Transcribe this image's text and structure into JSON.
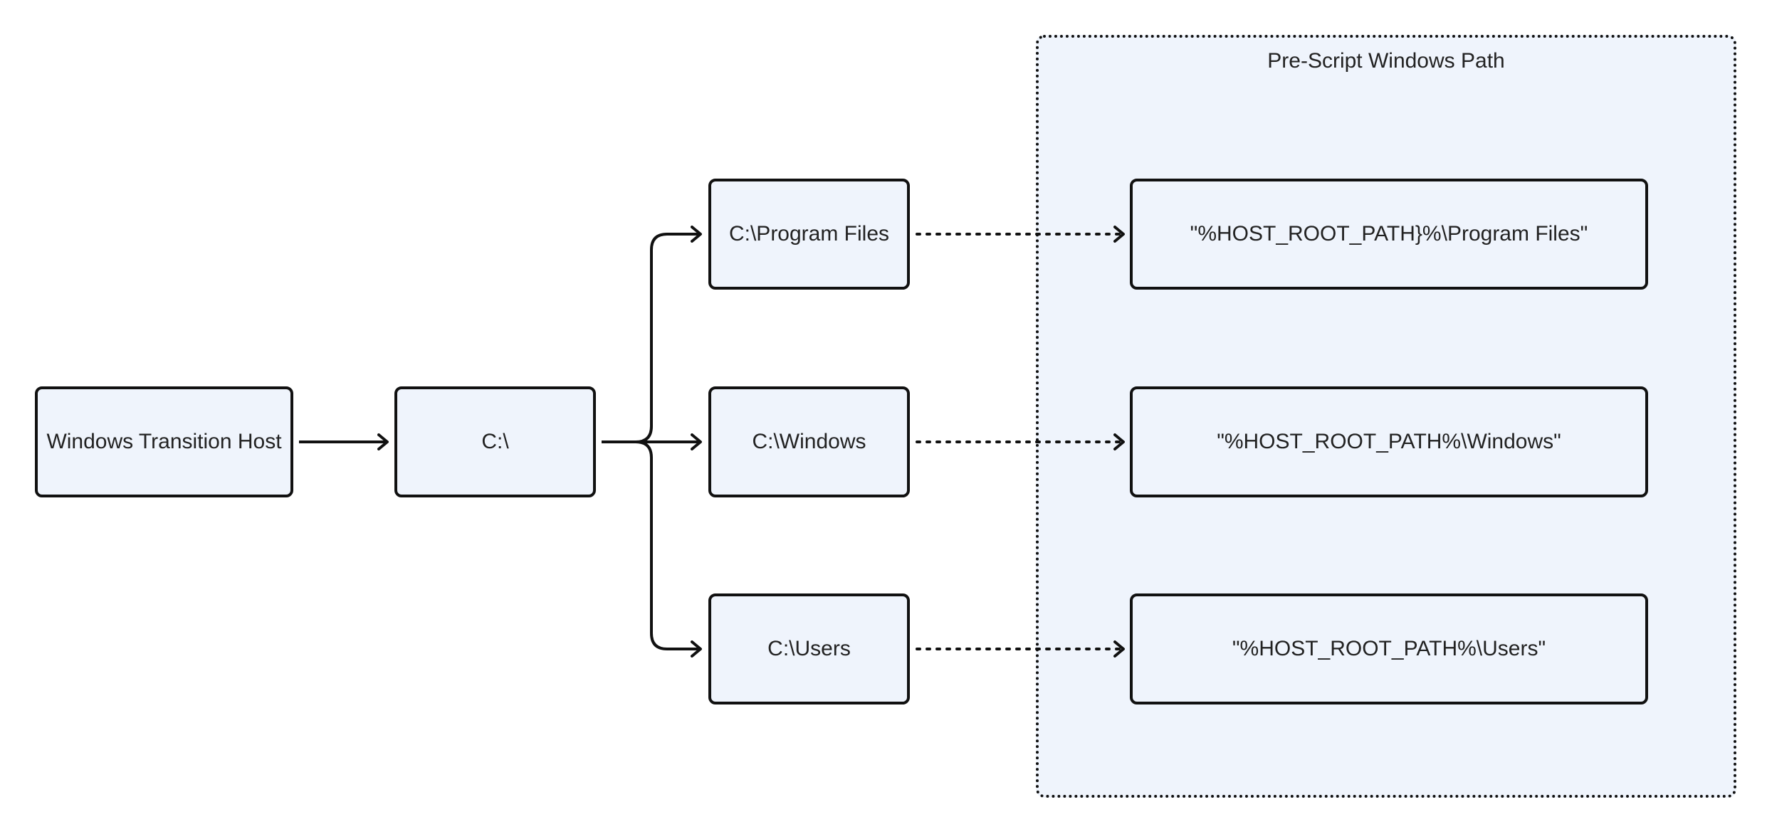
{
  "diagram": {
    "group": {
      "label": "Pre-Script Windows Path"
    },
    "nodes": {
      "host": "Windows Transition Host",
      "root": "C:\\",
      "program_files": "C:\\Program Files",
      "windows": "C:\\Windows",
      "users": "C:\\Users",
      "mapped_program_files": "\"%HOST_ROOT_PATH}%\\Program Files\"",
      "mapped_windows": "\"%HOST_ROOT_PATH%\\Windows\"",
      "mapped_users": "\"%HOST_ROOT_PATH%\\Users\""
    },
    "colors": {
      "node_fill": "#eff4fc",
      "stroke": "#111111",
      "text": "#222222"
    }
  }
}
